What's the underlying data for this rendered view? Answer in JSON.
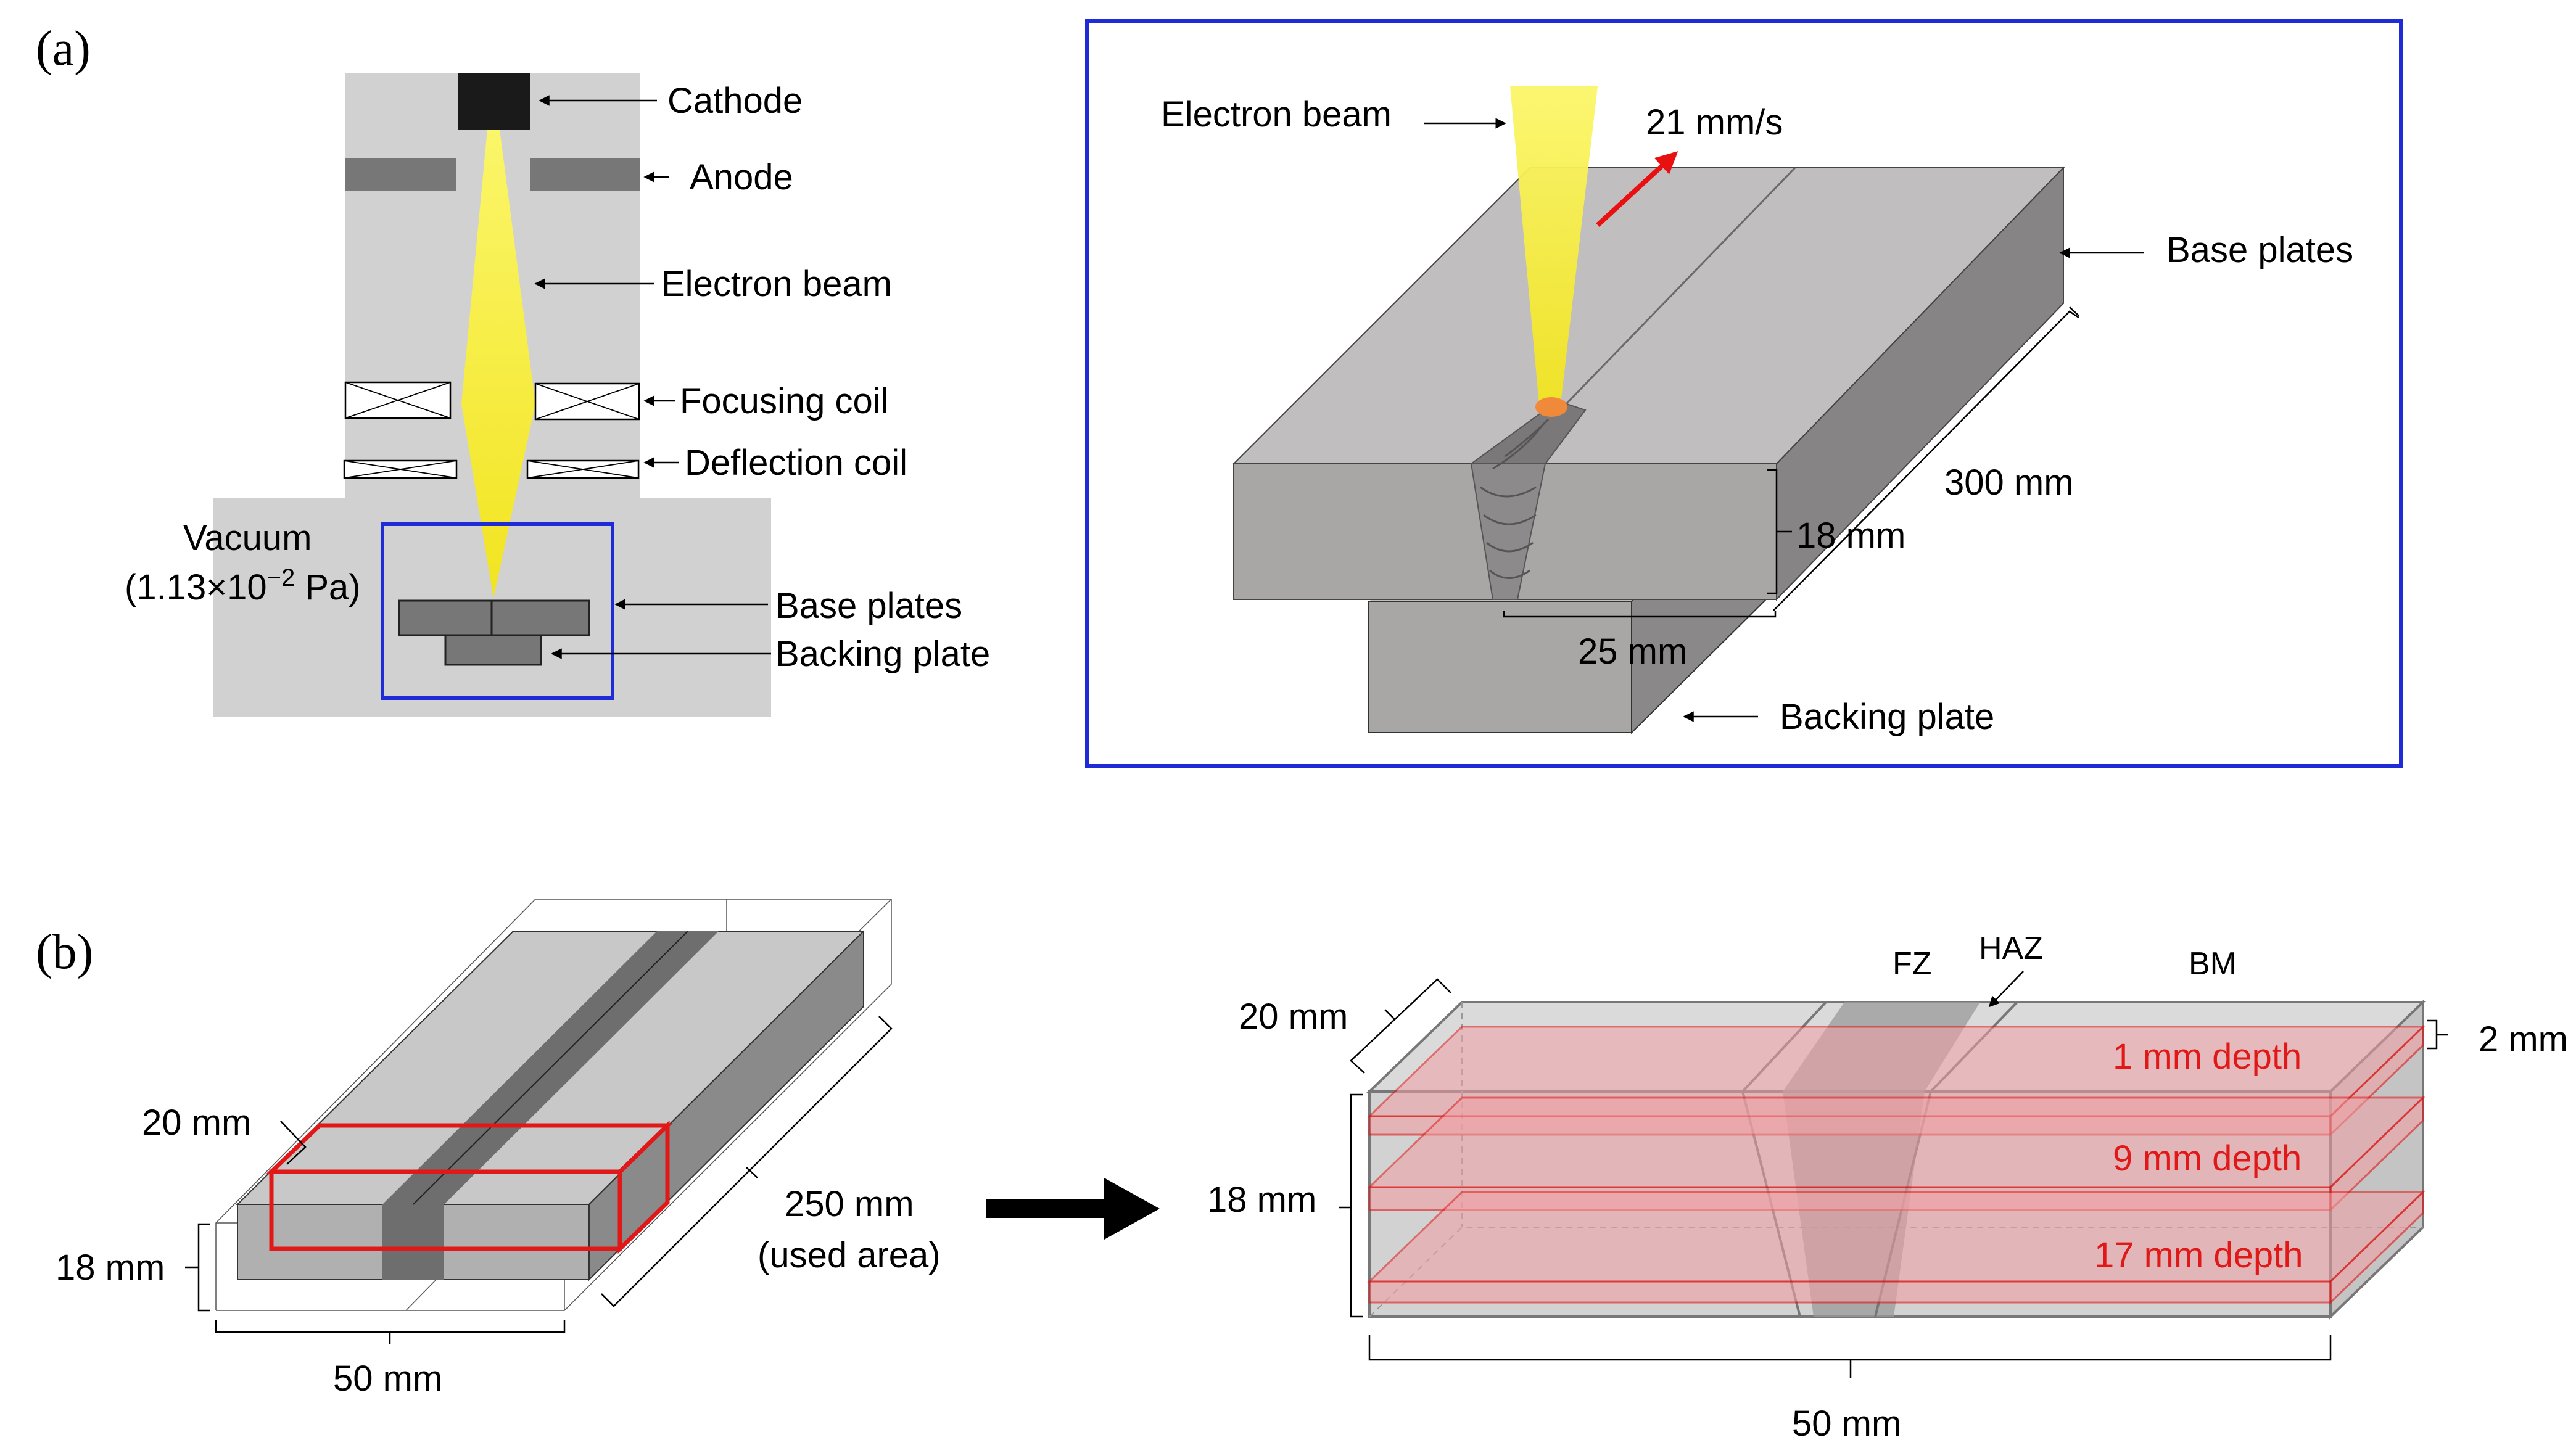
{
  "panel_a": {
    "tag": "(a)",
    "column_labels": {
      "cathode": "Cathode",
      "anode": "Anode",
      "electron_beam": "Electron beam",
      "focusing_coil": "Focusing coil",
      "deflection_coil": "Deflection coil",
      "vacuum": "Vacuum",
      "vacuum_pressure": "(1.13×10",
      "vacuum_exp": "−2",
      "vacuum_unit": " Pa)",
      "base_plates": "Base plates",
      "backing_plate": "Backing plate"
    },
    "detail_labels": {
      "electron_beam": "Electron beam",
      "speed": "21 mm/s",
      "base_plates": "Base plates",
      "length": "300 mm",
      "thickness": "18 mm",
      "gap": "25 mm",
      "backing_plate": "Backing plate"
    }
  },
  "panel_b": {
    "tag": "(b)",
    "left_labels": {
      "width": "20 mm",
      "height": "18 mm",
      "base_width": "50 mm",
      "used_length": "250 mm",
      "used_note": "(used area)"
    },
    "right_labels": {
      "fz": "FZ",
      "haz": "HAZ",
      "bm": "BM",
      "width": "20 mm",
      "slice_thickness": "2 mm",
      "height": "18 mm",
      "base_width": "50 mm",
      "depth_1": "1 mm depth",
      "depth_9": "9 mm depth",
      "depth_17": "17 mm depth"
    }
  },
  "colors": {
    "chamber": "#d1d1d1",
    "beam": "#f5f23a",
    "plate_top": "#c0bebe",
    "plate_front": "#a9a6a6",
    "plate_side": "#8a8888",
    "box_outline": "#1f2bd6",
    "slice_fill": "#f0a0a4",
    "slice_line": "#e01818"
  }
}
